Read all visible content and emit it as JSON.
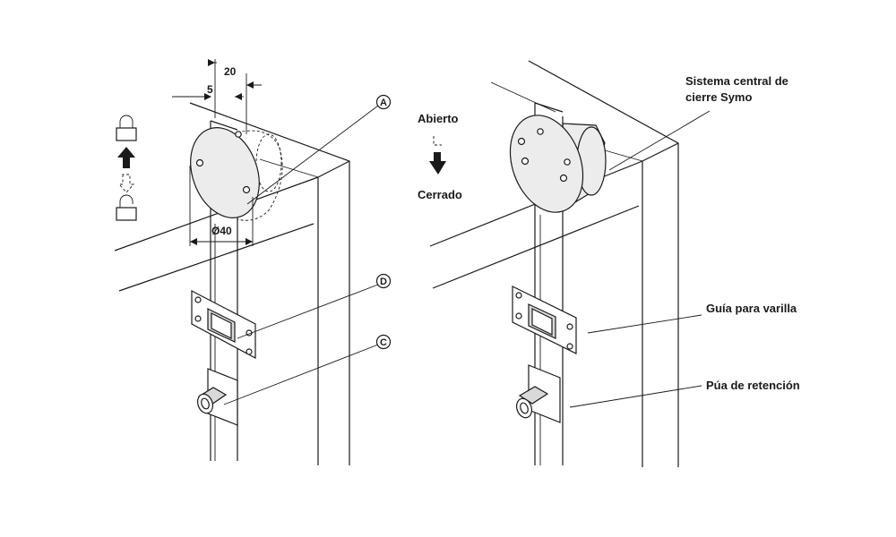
{
  "left_view": {
    "dimensions": {
      "width_20": "20",
      "offset_5": "5",
      "diameter": "Ø40"
    },
    "callouts": {
      "a": "A",
      "d": "D",
      "c": "C"
    }
  },
  "right_view": {
    "state_open": "Abierto",
    "state_closed": "Cerrado",
    "labels": {
      "lock_system_line1": "Sistema central de",
      "lock_system_line2": "cierre Symo",
      "rod_guide": "Guía para varilla",
      "retaining_pin": "Púa de retención"
    }
  },
  "icons": [
    "padlock-closed-icon",
    "arrow-up-icon",
    "padlock-open-icon",
    "arrow-down-icon"
  ]
}
